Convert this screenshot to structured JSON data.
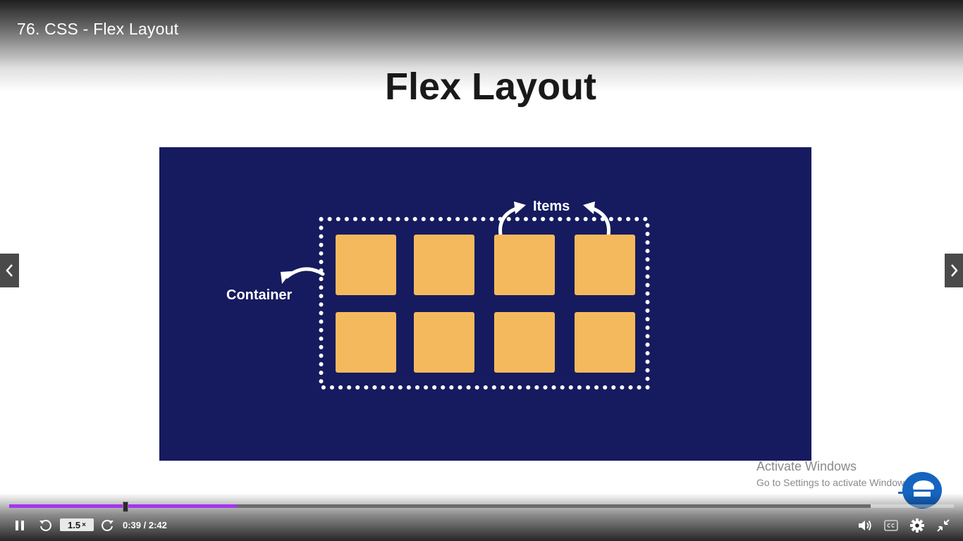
{
  "video": {
    "title": "76. CSS - Flex Layout"
  },
  "slide": {
    "title": "Flex Layout",
    "container_label": "Container",
    "items_label": "Items",
    "colors": {
      "background": "#151b5e",
      "item": "#f5b95d"
    }
  },
  "navigation": {
    "prev_icon": "chevron-left-icon",
    "next_icon": "chevron-right-icon"
  },
  "watermark": {
    "line1": "Activate Windows",
    "line2": "Go to Settings to activate Windows."
  },
  "player": {
    "progress_percent": 26.4,
    "accent_color": "#a435f0",
    "speed_value": "1.5",
    "speed_suffix": "×",
    "time": "0:39 / 2:42",
    "icons": [
      "pause-icon",
      "rewind-icon",
      "forward-icon",
      "volume-icon",
      "captions-icon",
      "settings-icon",
      "exit-fullscreen-icon"
    ]
  }
}
